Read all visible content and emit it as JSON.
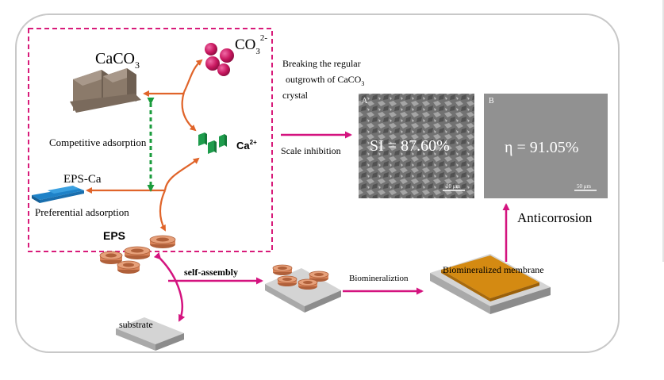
{
  "labels": {
    "caco3": "CaCO",
    "caco3_sub": "3",
    "co3": "CO",
    "co3_sub": "3",
    "co3_sup": "2-",
    "ca": "Ca",
    "ca_sup": "2+",
    "competitive_adsorption": "Competitive adsorption",
    "eps_ca": "EPS-Ca",
    "preferential_adsorption": "Preferential adsorption",
    "eps": "EPS",
    "breaking_line1": "Breaking the regular",
    "breaking_line2": "outgrowth of CaCO",
    "breaking_line2_sub": "3",
    "breaking_line3": "crystal",
    "scale_inhibition": "Scale inhibition",
    "self_assembly": "self-assembly",
    "biomineralization": "Biomineraliztion",
    "biomineralized_membrane": "Biomineralized membrane",
    "substrate": "substrate",
    "anticorrosion": "Anticorrosion"
  },
  "panel_a": {
    "letter": "A",
    "value_text": "SI = 87.60%",
    "scale_bar": "10 μm"
  },
  "panel_b": {
    "letter": "B",
    "value_text": "η = 91.05%",
    "scale_bar": "50 μm"
  },
  "colors": {
    "arrow_orange": "#e0642a",
    "arrow_magenta": "#d4137f",
    "dashed_box": "#d81b7a",
    "dashed_green": "#1a9b3c",
    "co3_ball": "#c8175f",
    "ca_tile": "#1e9c4c",
    "eps_ca_blue": "#1e82c8",
    "eps_coil": "#d9845a",
    "membrane_orange": "#d48a12"
  }
}
